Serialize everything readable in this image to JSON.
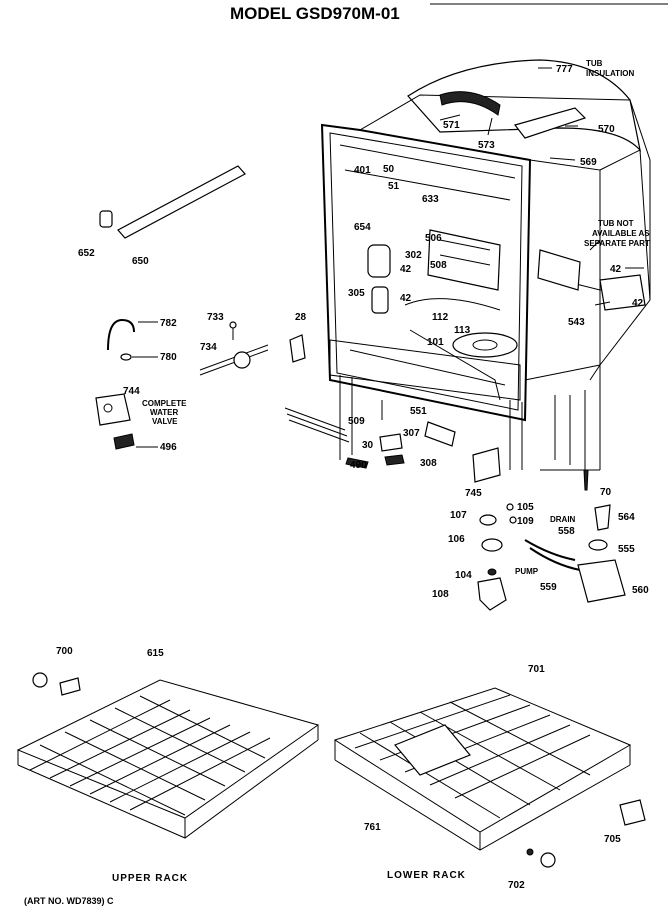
{
  "title": "MODEL GSD970M-01",
  "parts": {
    "p777": "777",
    "tub_insulation_1": "TUB",
    "tub_insulation_2": "INSULATION",
    "p571": "571",
    "p573": "573",
    "p570": "570",
    "p569": "569",
    "p401": "401",
    "p50": "50",
    "p51": "51",
    "p633": "633",
    "p654": "654",
    "p506": "506",
    "p302": "302",
    "p42a": "42",
    "p508": "508",
    "p305": "305",
    "p42b": "42",
    "p112": "112",
    "p113": "113",
    "p101": "101",
    "p42c": "42",
    "p42d": "42",
    "p543": "543",
    "tub_not_1": "TUB NOT",
    "tub_not_2": "AVAILABLE AS",
    "tub_not_3": "SEPARATE PART",
    "p652": "652",
    "p650": "650",
    "p782": "782",
    "p780": "780",
    "p733": "733",
    "p28": "28",
    "p734": "734",
    "p744": "744",
    "cwv_1": "COMPLETE",
    "cwv_2": "WATER",
    "cwv_3": "VALVE",
    "p496": "496",
    "p509": "509",
    "p551": "551",
    "p307": "307",
    "p30": "30",
    "p490": "490",
    "p308": "308",
    "p745": "745",
    "p70": "70",
    "p105": "105",
    "p109": "109",
    "p107": "107",
    "p106": "106",
    "drain": "DRAIN",
    "p558": "558",
    "p564": "564",
    "p555": "555",
    "p104": "104",
    "pump": "PUMP",
    "p559": "559",
    "p108": "108",
    "p560": "560",
    "p700": "700",
    "p615": "615",
    "p701": "701",
    "p761": "761",
    "p705": "705",
    "p702": "702"
  },
  "captions": {
    "upper_rack": "UPPER RACK",
    "lower_rack": "LOWER RACK"
  },
  "art_no": "(ART NO. WD7839) C"
}
